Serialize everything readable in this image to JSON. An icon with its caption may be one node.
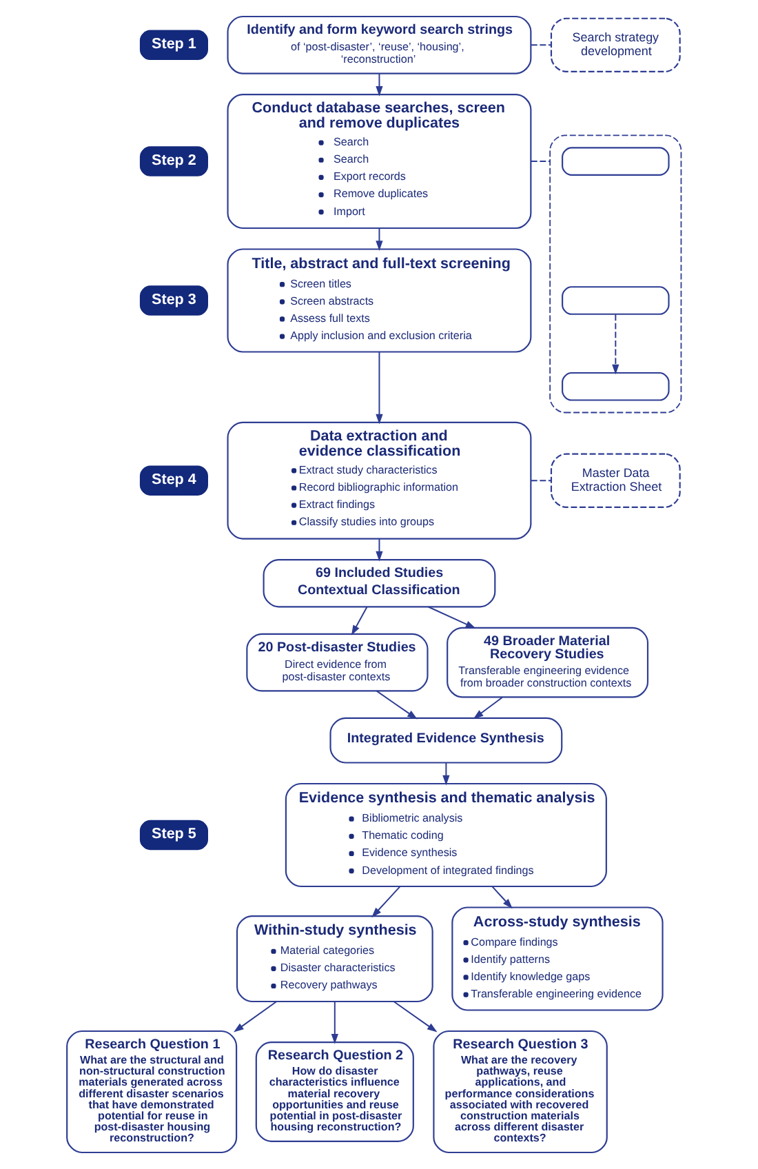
{
  "diagram": {
    "nodes": [
      {
        "text": [
          "Step 1"
        ]
      },
      {
        "text": [
          "Identify and form keyword search strings",
          "of ‘post-disaster’, ‘reuse’, ‘housing’, ‘reconstruction’"
        ]
      },
      {
        "text": [
          "Search strategy development"
        ]
      },
      {
        "text": [
          "Step 2"
        ]
      },
      {
        "text": [
          "Conduct database searches, screen and remove duplicates",
          "Search",
          "Search",
          "Export records",
          "Remove duplicates",
          "Import"
        ]
      },
      {
        "text": [],
        "shape": "box"
      },
      {
        "text": [],
        "shape": "box",
        "in": 5
      },
      {
        "text": [],
        "shape": "box",
        "in": 5
      },
      {
        "text": [],
        "shape": "box",
        "in": 5
      },
      {
        "text": [
          "Step 3"
        ]
      },
      {
        "text": [
          "Title, abstract and full-text screening",
          "Screen titles",
          "Screen abstracts",
          "Assess full texts",
          "Apply inclusion and exclusion criteria"
        ]
      },
      {
        "text": [
          "Step 4"
        ]
      },
      {
        "text": [
          "Data extraction and evidence classification",
          "Extract study characteristics",
          "Record bibliographic information",
          "Extract findings",
          "Classify studies into groups"
        ]
      },
      {
        "text": [
          "Master Data Extraction Sheet"
        ]
      },
      {
        "text": [
          "69 Included Studies",
          "Contextual Classification"
        ]
      },
      {
        "text": [
          "20 Post-disaster Studies",
          "Direct evidence from post-disaster contexts"
        ]
      },
      {
        "text": [
          "49 Broader Material Recovery Studies",
          "Transferable engineering evidence from broader construction contexts"
        ]
      },
      {
        "text": [
          "Integrated Evidence Synthesis"
        ]
      },
      {
        "text": [
          "Step 5"
        ]
      },
      {
        "text": [
          "Evidence synthesis and thematic analysis",
          "Bibliometric analysis",
          "Thematic coding",
          "Evidence synthesis",
          "Development of integrated findings"
        ]
      },
      {
        "text": [
          "Within-study synthesis",
          "Material categories",
          "Disaster characteristics",
          "Recovery pathways"
        ]
      },
      {
        "text": [
          "Across-study synthesis",
          "Compare findings",
          "Identify patterns",
          "Identify knowledge gaps",
          "Transferable engineering evidence"
        ]
      },
      {
        "text": [
          "Research Question 1",
          "What are the structural and non-structural construction materials generated across different disaster scenarios that have demonstrated potential for reuse in post-disaster housing reconstruction?"
        ]
      },
      {
        "text": [
          "Research Question 2",
          "How do disaster characteristics influence material recovery opportunities and reuse potential in post-disaster housing reconstruction?"
        ]
      },
      {
        "text": [
          "Research Question 3",
          "What are the recovery pathways, reuse applications, and performance considerations associated with recovered construction materials across different disaster contexts?"
        ]
      }
    ],
    "edges": [
      {
        "from": 1,
        "to": 4,
        "arrow": "to"
      },
      {
        "from": 1,
        "to": 2,
        "arrow": "none",
        "style": "dashed"
      },
      {
        "from": 4,
        "to": 5,
        "arrow": "none",
        "style": "dashed"
      },
      {
        "from": 7,
        "to": 8,
        "arrow": "to",
        "style": "dashed"
      },
      {
        "from": 4,
        "to": 10,
        "arrow": "to"
      },
      {
        "from": 10,
        "to": 12,
        "arrow": "to"
      },
      {
        "from": 12,
        "to": 13,
        "arrow": "none",
        "style": "dashed"
      },
      {
        "from": 12,
        "to": 14,
        "arrow": "to"
      },
      {
        "from": 14,
        "to": 15,
        "arrow": "to"
      },
      {
        "from": 14,
        "to": 16,
        "arrow": "to"
      },
      {
        "from": 15,
        "to": 17,
        "arrow": "to"
      },
      {
        "from": 16,
        "to": 17,
        "arrow": "to"
      },
      {
        "from": 17,
        "to": 19,
        "arrow": "to"
      },
      {
        "from": 19,
        "to": 20,
        "arrow": "to"
      },
      {
        "from": 19,
        "to": 21,
        "arrow": "to"
      },
      {
        "from": 20,
        "to": 22,
        "arrow": "to"
      },
      {
        "from": 20,
        "to": 23,
        "arrow": "to"
      },
      {
        "from": 20,
        "to": 24,
        "arrow": "to"
      }
    ]
  }
}
